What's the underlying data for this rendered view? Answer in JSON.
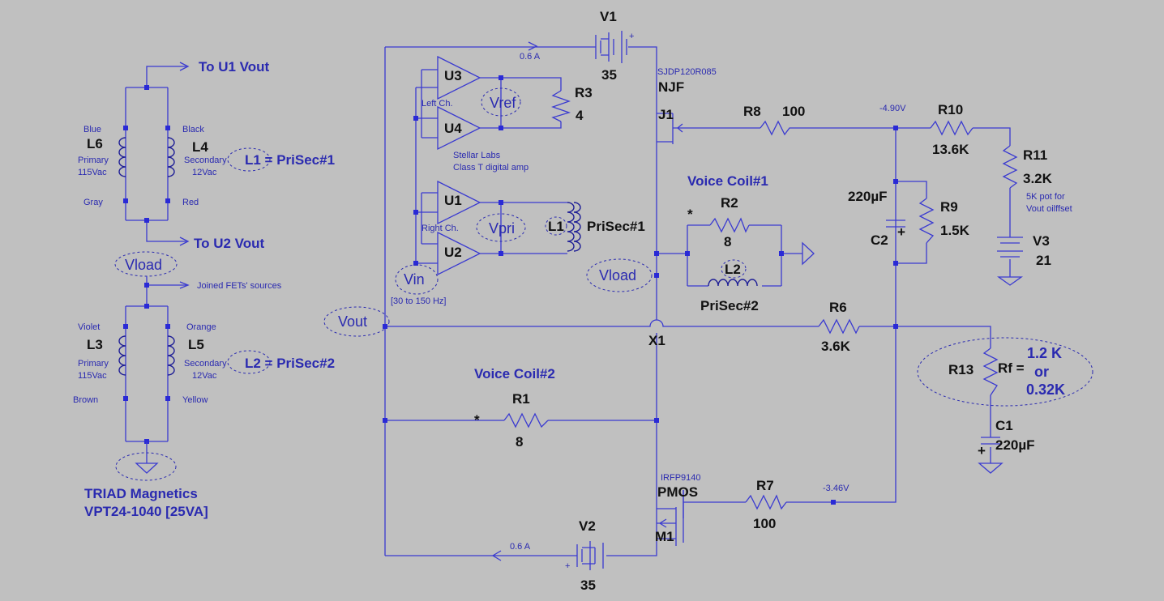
{
  "colors": {
    "background": "#c0c0c0",
    "wire": "#3a3ad0",
    "label": "#2a2ab0",
    "text": "#111111"
  },
  "labels": {
    "to_u1_vout": "To U1 Vout",
    "to_u2_vout": "To U2 Vout",
    "blue": "Blue",
    "black": "Black",
    "gray": "Gray",
    "red": "Red",
    "violet": "Violet",
    "orange": "Orange",
    "brown": "Brown",
    "yellow": "Yellow",
    "l6": "L6",
    "l4": "L4",
    "l3": "L3",
    "l5": "L5",
    "primary": "Primary",
    "secondary": "Secondary",
    "v115": "115Vac",
    "v12": "12Vac",
    "l1_eq": "L1 = PriSec#1",
    "l2_eq": "L2 = PriSec#2",
    "vload": "Vload",
    "joined": "Joined FETs' sources",
    "vout": "Vout",
    "triad1": "TRIAD Magnetics",
    "triad2": "VPT24-1040 [25VA]",
    "v1": "V1",
    "v1_val": "35",
    "i1": "0.6 A",
    "v2": "V2",
    "v2_val": "35",
    "i2": "0.6 A",
    "u1": "U1",
    "u2": "U2",
    "u3": "U3",
    "u4": "U4",
    "left_ch": "Left Ch.",
    "right_ch": "Right Ch.",
    "vref": "Vref",
    "vpri": "Vpri",
    "vin": "Vin",
    "vin_range": "[30 to 150 Hz]",
    "stellar1": "Stellar Labs",
    "stellar2": "Class T digital amp",
    "r3": "R3",
    "r3_val": "4",
    "l1": "L1",
    "prisec1": "PriSec#1",
    "j1_part": "SJDP120R085",
    "j1_type": "NJF",
    "j1": "J1",
    "r8": "R8",
    "r8_val": "100",
    "node1": "-4.90V",
    "r10": "R10",
    "r10_val": "13.6K",
    "r11": "R11",
    "r11_val": "3.2K",
    "pot1": "5K pot for",
    "pot2": "Vout oilffset",
    "v3": "V3",
    "v3_val": "21",
    "vc1": "Voice Coil#1",
    "r2": "R2",
    "r2_val": "8",
    "l2": "L2",
    "prisec2": "PriSec#2",
    "c2_val": "220µF",
    "c2": "C2",
    "r9": "R9",
    "r9_val": "1.5K",
    "x1": "X1",
    "r6": "R6",
    "r6_val": "3.6K",
    "r13": "R13",
    "rf": "Rf =",
    "rf1": "1.2 K",
    "rf2": "or",
    "rf3": "0.32K",
    "c1": "C1",
    "c1_val": "220µF",
    "vc2": "Voice Coil#2",
    "r1": "R1",
    "r1_val": "8",
    "star": "*",
    "m1_part": "IRFP9140",
    "m1_type": "PMOS",
    "m1": "M1",
    "r7": "R7",
    "r7_val": "100",
    "node2": "-3.46V"
  }
}
